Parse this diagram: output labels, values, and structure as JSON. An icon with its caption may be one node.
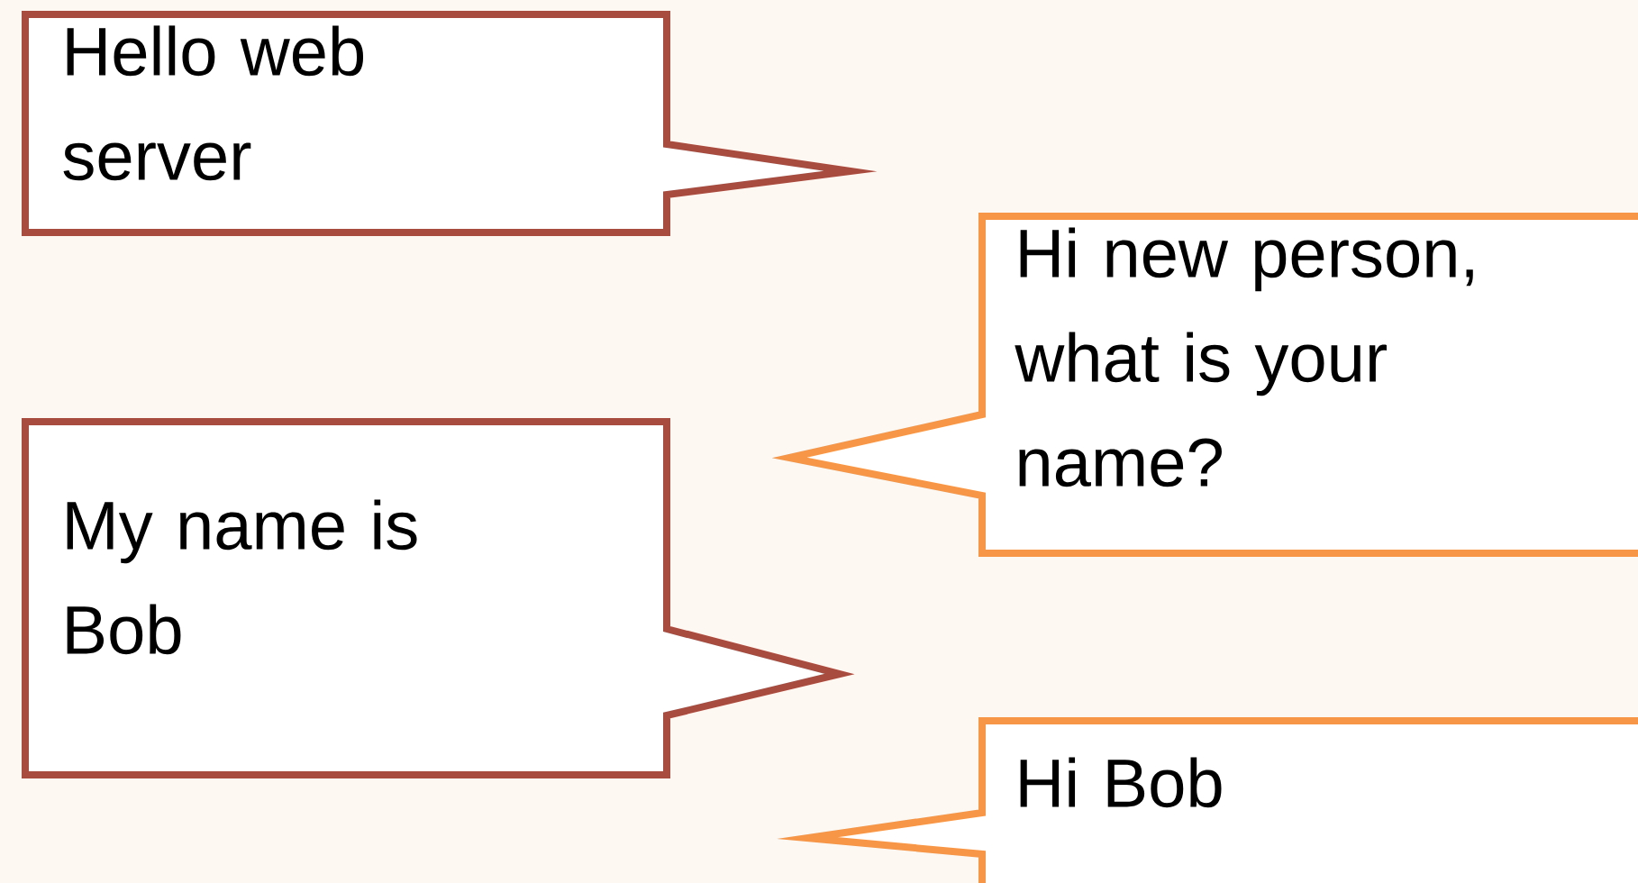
{
  "diagram": {
    "nodes": [
      {
        "text": [
          "Hello web server"
        ]
      },
      {
        "text": [
          "Hi new person, what is your name?"
        ]
      },
      {
        "text": [
          "My name is Bob"
        ]
      },
      {
        "text": [
          "Hi Bob"
        ]
      }
    ]
  }
}
